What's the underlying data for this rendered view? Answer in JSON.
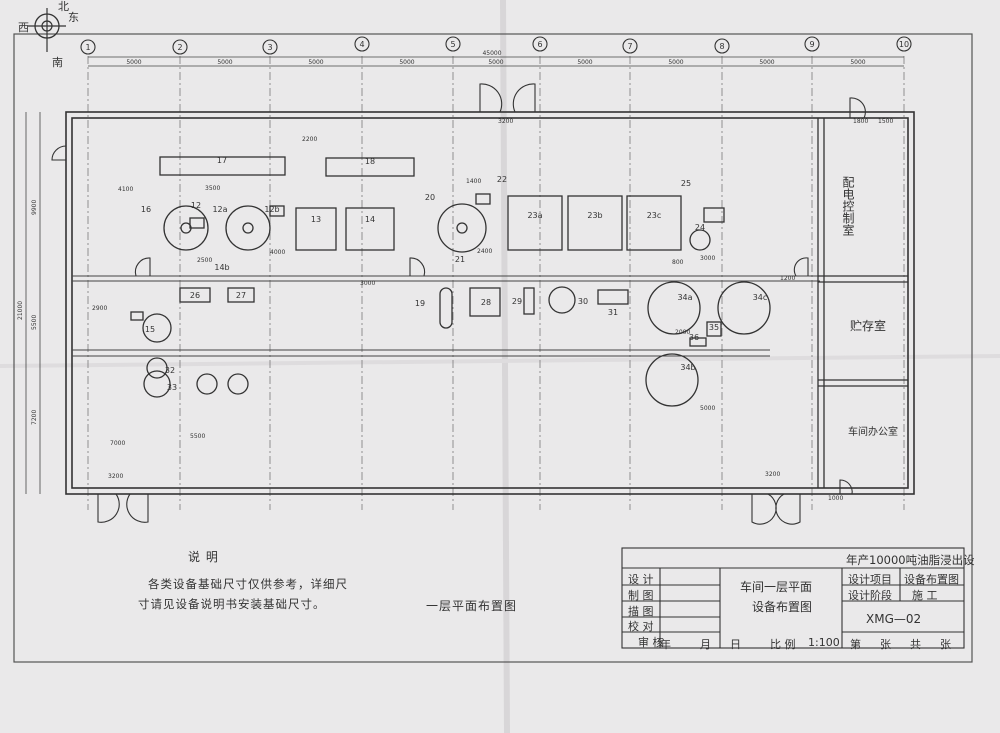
{
  "compass": {
    "north": "北",
    "east": "东",
    "west": "西",
    "south": "南"
  },
  "axes": [
    "1",
    "2",
    "3",
    "4",
    "5",
    "6",
    "7",
    "8",
    "9",
    "10"
  ],
  "dimensions": {
    "total": "45000",
    "bay": "5000",
    "left_height": "21000",
    "h_left_1": "9900",
    "h_left_2": "5500",
    "h_left_3": "7200",
    "room_w": "3200",
    "right_w1": "1800",
    "right_w2": "1500",
    "door_w": "3200",
    "misc": [
      "4100",
      "3500",
      "4000",
      "2200",
      "3000",
      "1400",
      "2500",
      "2400",
      "800",
      "1000",
      "5500",
      "7000",
      "2900",
      "2000",
      "5000",
      "1200",
      "3000"
    ]
  },
  "equipment": [
    "17",
    "18",
    "13",
    "14",
    "12",
    "16",
    "12a",
    "12b",
    "14b",
    "20",
    "21",
    "22",
    "23a",
    "23b",
    "23c",
    "24",
    "25",
    "26",
    "27",
    "28",
    "29",
    "30",
    "31",
    "32",
    "33",
    "34a",
    "34b",
    "34c",
    "35",
    "36",
    "15",
    "19"
  ],
  "rooms": {
    "power": "配电控制室",
    "storage": "贮存室",
    "office": "车间办公室"
  },
  "notes": {
    "heading": "说  明",
    "line1": "各类设备基础尺寸仅供参考，详细尺",
    "line2": "寸请见设备说明书安装基础尺寸。"
  },
  "caption": "一层平面布置图",
  "title_block": {
    "project": "年产10000吨油脂浸出设",
    "drawing_title_1": "车间一层平面",
    "drawing_title_2": "设备布置图",
    "roles": [
      "设 计",
      "制 图",
      "描 图",
      "校 对",
      "审 核"
    ],
    "design_item_label": "设计项目",
    "design_item_value": "设备布置图",
    "design_stage_label": "设计阶段",
    "design_stage_value": "施 工",
    "drawing_no": "XMG—02",
    "date_row": [
      "年",
      "月",
      "日",
      "比 例",
      "1:100"
    ],
    "sheet_row": [
      "第",
      "张",
      "共",
      "张"
    ]
  }
}
